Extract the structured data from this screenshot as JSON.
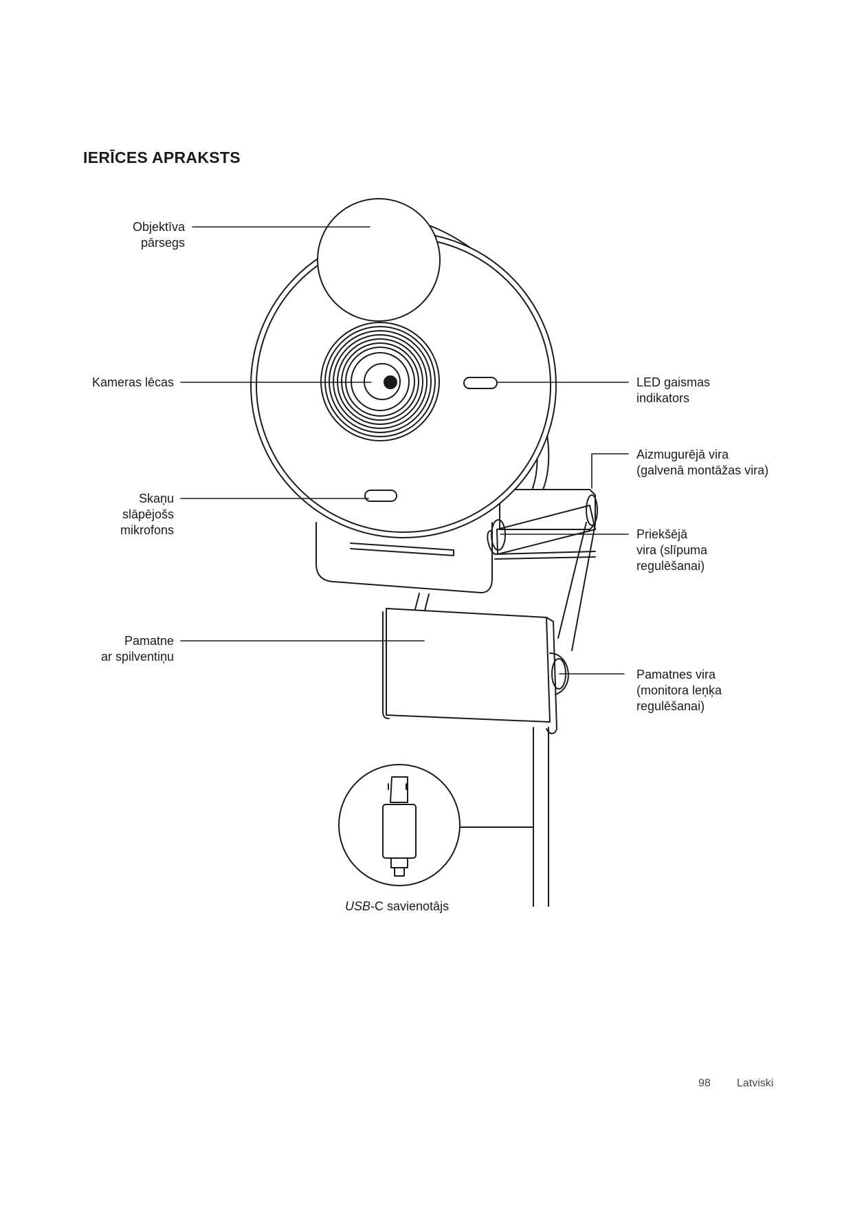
{
  "page": {
    "title": "IERĪCES APRAKSTS",
    "page_number": "98",
    "language": "Latviski"
  },
  "labels": {
    "lens_cover": [
      "Objektīva",
      "pārsegs"
    ],
    "camera_lens": [
      "Kameras lēcas"
    ],
    "microphone": [
      "Skaņu",
      "slāpējošs",
      "mikrofons"
    ],
    "base": [
      "Pamatne",
      "ar spilventiņu"
    ],
    "led": [
      "LED gaismas",
      "indikators"
    ],
    "rear_hinge": [
      "Aizmugurējā vira",
      "(galvenā montāžas vira)"
    ],
    "front_hinge": [
      "Priekšējā",
      "vira (slīpuma",
      "regulēšanai)"
    ],
    "base_hinge": [
      "Pamatnes vira",
      "(monitora leņķa",
      "regulēšanai)"
    ],
    "usb_italic": "USB",
    "usb_rest": "-C savienotājs"
  }
}
